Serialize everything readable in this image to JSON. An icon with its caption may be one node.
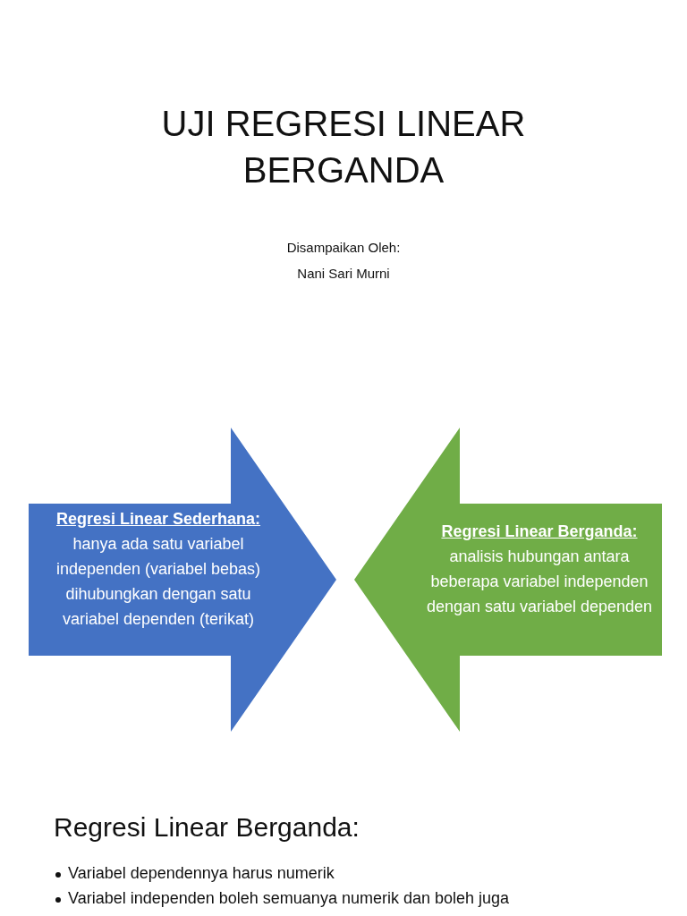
{
  "diagram": {
    "title": "UJI REGRESI LINEAR BERGANDA",
    "nodes": [
      {
        "text": [
          "Regresi Linear Sederhana:",
          "hanya ada satu variabel independen (variabel bebas) dihubungkan dengan satu variabel dependen (terikat)"
        ]
      },
      {
        "text": [
          "Regresi Linear Berganda:",
          "analisis hubungan antara beberapa variabel independen dengan satu variabel dependen"
        ]
      }
    ],
    "labels": [
      "Disampaikan Oleh:",
      "Nani Sari Murni",
      "Regresi Linear Berganda:",
      "Variabel dependennya harus numerik",
      "Variabel independen boleh semuanya numerik dan boleh juga"
    ]
  }
}
